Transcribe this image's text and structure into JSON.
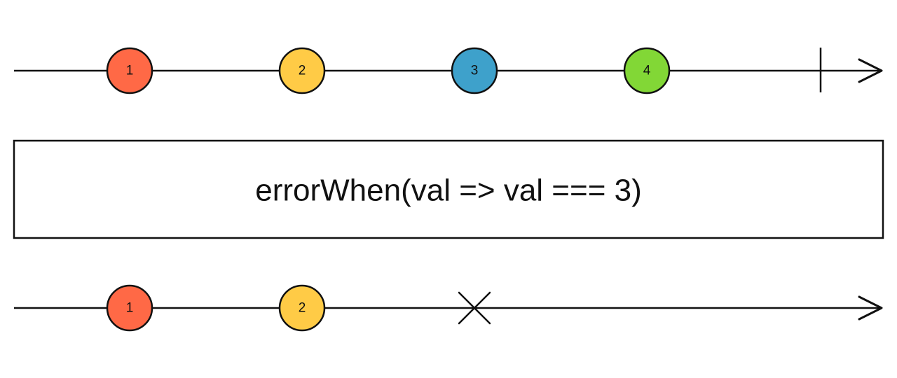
{
  "input_stream": {
    "marbles": [
      {
        "label": "1",
        "color": "#ff6946"
      },
      {
        "label": "2",
        "color": "#ffcb46"
      },
      {
        "label": "3",
        "color": "#3ea1cb"
      },
      {
        "label": "4",
        "color": "#82d736"
      }
    ],
    "ends_with": "complete"
  },
  "operator": {
    "label": "errorWhen(val => val === 3)"
  },
  "output_stream": {
    "marbles": [
      {
        "label": "1",
        "color": "#ff6946"
      },
      {
        "label": "2",
        "color": "#ffcb46"
      }
    ],
    "ends_with": "error"
  }
}
